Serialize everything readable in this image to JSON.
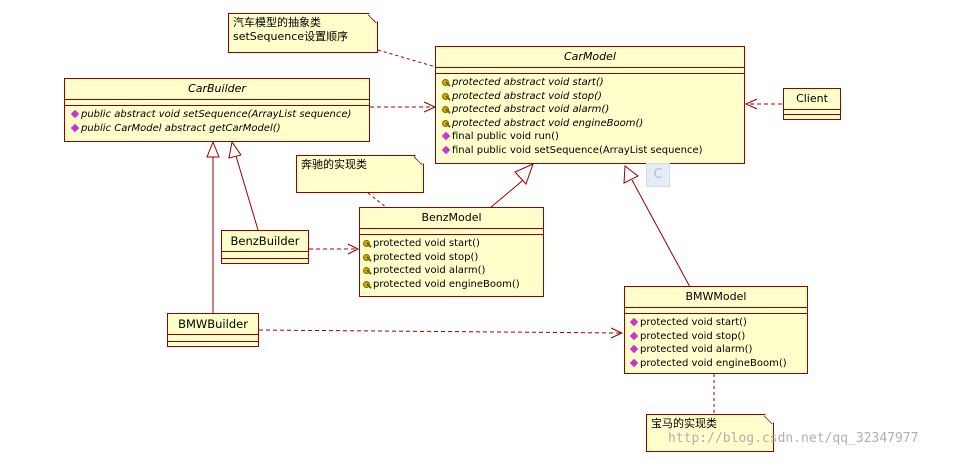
{
  "classes": {
    "carmodel": {
      "name": "CarModel",
      "ops": [
        "protected abstract void start()",
        "protected abstract void stop()",
        "protected abstract void alarm()",
        "protected abstract void engineBoom()",
        "final public void run()",
        "final public void setSequence(ArrayList sequence)"
      ]
    },
    "carbuilder": {
      "name": "CarBuilder",
      "ops": [
        "public abstract void setSequence(ArrayList sequence)",
        "public CarModel abstract getCarModel()"
      ]
    },
    "client": {
      "name": "Client"
    },
    "benzmodel": {
      "name": "BenzModel",
      "ops": [
        "protected void start()",
        "protected void stop()",
        "protected void alarm()",
        "protected void engineBoom()"
      ]
    },
    "bmwmodel": {
      "name": "BMWModel",
      "ops": [
        "protected void start()",
        "protected void stop()",
        "protected void alarm()",
        "protected void engineBoom()"
      ]
    },
    "benzbuilder": {
      "name": "BenzBuilder"
    },
    "bmwbuilder": {
      "name": "BMWBuilder"
    }
  },
  "notes": {
    "carmodel_note": [
      "汽车模型的抽象类",
      "setSequence设置顺序"
    ],
    "benz_note": "奔驰的实现类",
    "bmw_note": "宝马的实现类"
  },
  "watermark": "http://blog.csdn.net/qq_32347977"
}
